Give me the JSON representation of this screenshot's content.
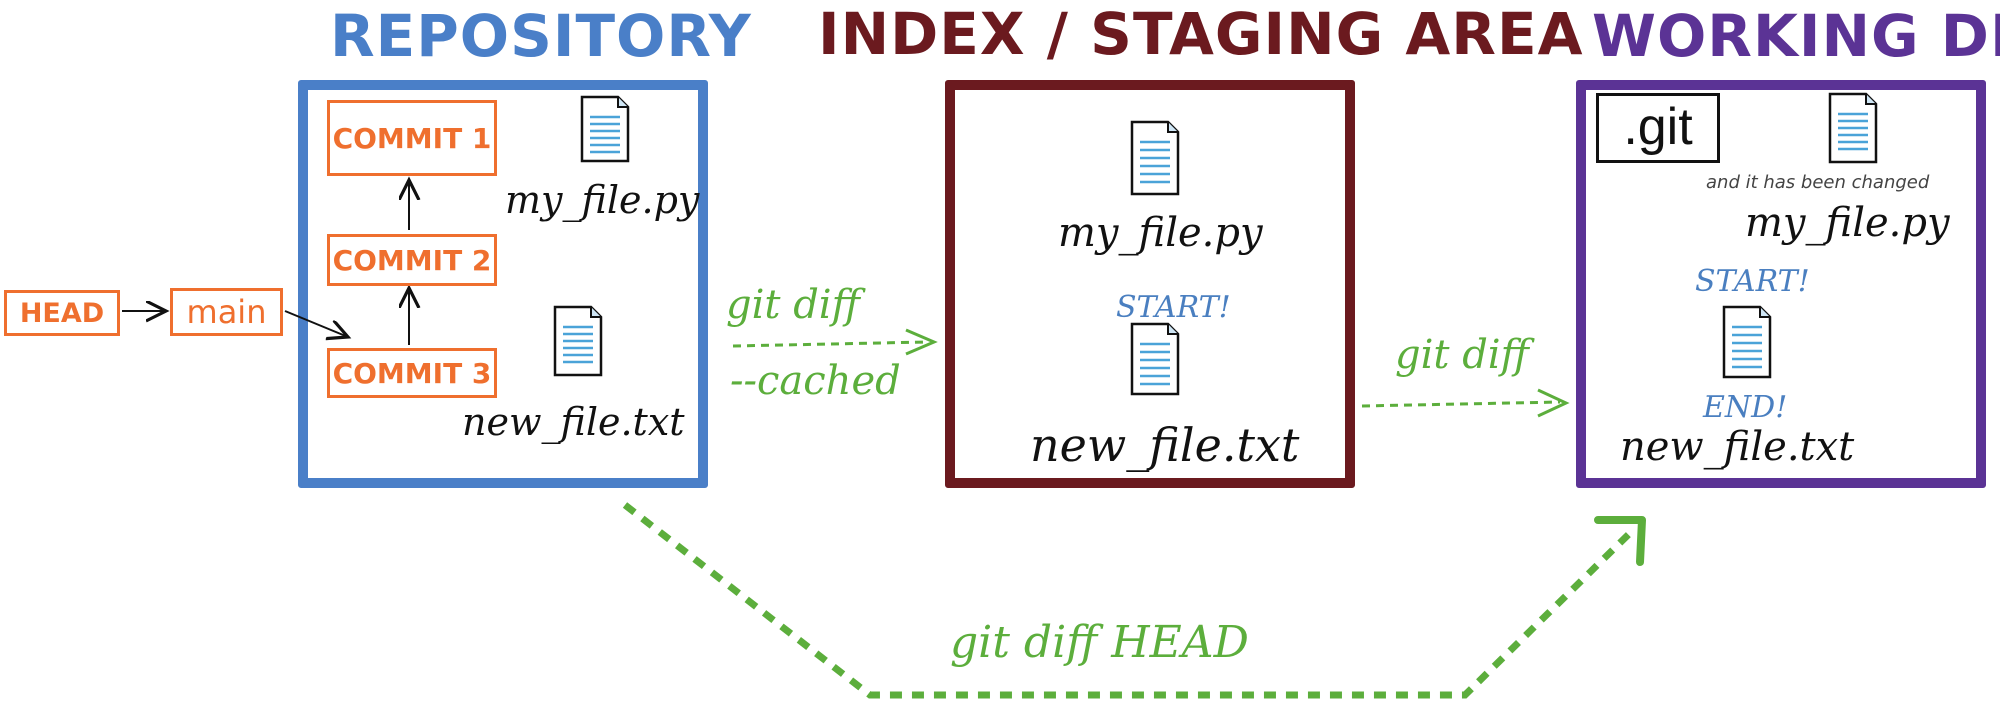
{
  "sections": {
    "repository": {
      "title": "REPOSITORY",
      "color": "#4a7fc8"
    },
    "index": {
      "title": "INDEX / STAGING AREA",
      "color": "#6b1a1f"
    },
    "working": {
      "title": "WORKING DIR",
      "color": "#5b3395"
    }
  },
  "refs": {
    "head": "HEAD",
    "branch": "main"
  },
  "commits": [
    "COMMIT 1",
    "COMMIT 2",
    "COMMIT 3"
  ],
  "repository_files": [
    "my_file.py",
    "new_file.txt"
  ],
  "index_files": {
    "file1": "my_file.py",
    "file2": "new_file.txt",
    "start_note": "START!"
  },
  "working_dir": {
    "git_label": ".git",
    "changed_note": "and it has been changed",
    "file1": "my_file.py",
    "start_note": "START!",
    "end_note": "END!",
    "file2": "new_file.txt"
  },
  "arrows": {
    "cached_line1": "git diff",
    "cached_line2": "--cached",
    "diff": "git diff",
    "diff_head": "git diff HEAD"
  },
  "colors": {
    "orange": "#ef6f2e",
    "green": "#5cae3c",
    "blue_note": "#4a7fc0",
    "file_line": "#4aa3d8"
  }
}
